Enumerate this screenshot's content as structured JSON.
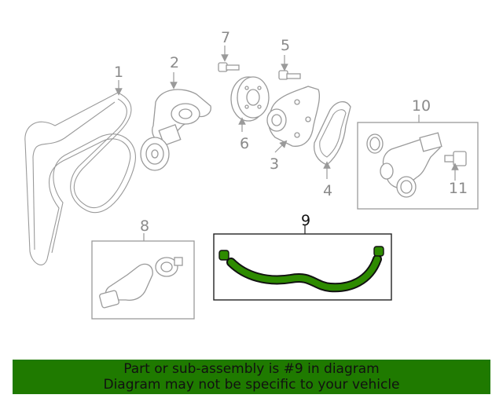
{
  "callouts": [
    "1",
    "2",
    "3",
    "4",
    "5",
    "6",
    "7",
    "8",
    "9",
    "10",
    "11"
  ],
  "highlight_color": "#2e8b00",
  "banner": {
    "line1": "Part or sub-assembly is #9 in diagram",
    "line2": "Diagram may not be specific to your vehicle",
    "background": "#1f7a00"
  }
}
